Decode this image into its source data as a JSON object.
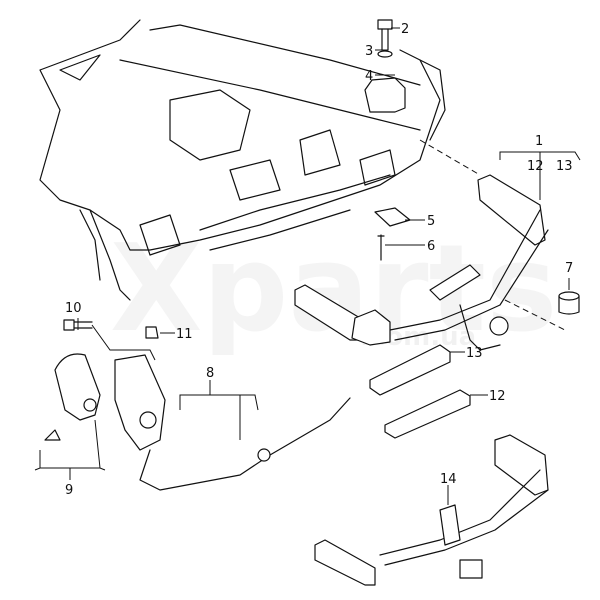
{
  "watermark": {
    "main": "Xparts",
    "sub": ".com.ua"
  },
  "callouts": {
    "p1": "1",
    "p12a": "12",
    "p13a": "13",
    "p2": "2",
    "p3": "3",
    "p4": "4",
    "p5": "5",
    "p6": "6",
    "p7": "7",
    "p8": "8",
    "p9": "9",
    "p10": "10",
    "p11": "11",
    "p12b": "12",
    "p13b": "13",
    "p14": "14"
  }
}
